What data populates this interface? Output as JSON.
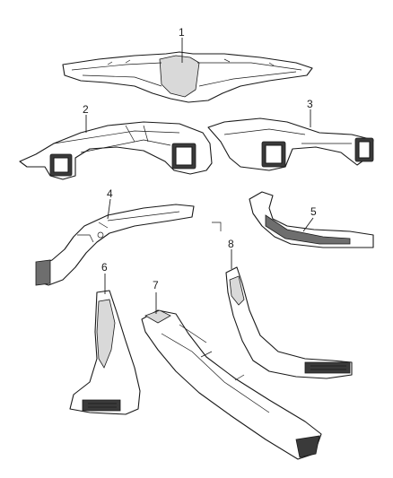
{
  "callouts": {
    "c1": "1",
    "c2": "2",
    "c3": "3",
    "c4": "4",
    "c5": "5",
    "c6": "6",
    "c7": "7",
    "c8": "8"
  },
  "colors": {
    "line": "#1a1a1a",
    "fill": "#ffffff",
    "shade": "#d9d9d9",
    "dark": "#3a3a3a"
  }
}
